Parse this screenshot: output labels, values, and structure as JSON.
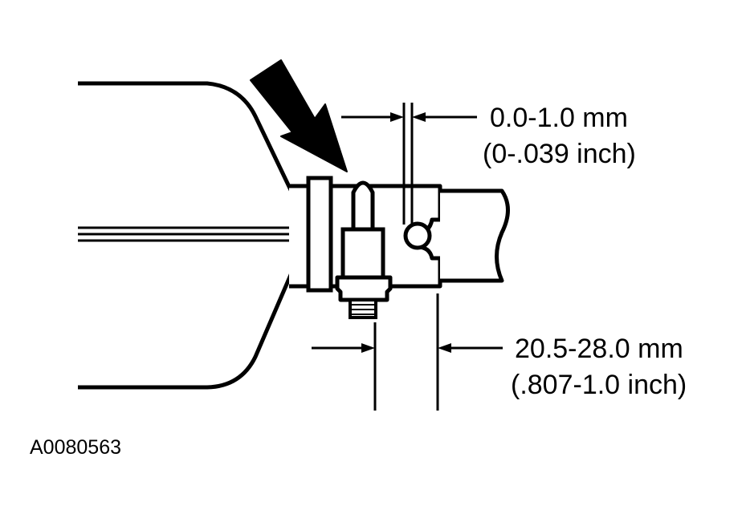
{
  "diagram": {
    "gap_dimension": {
      "metric": "0.0-1.0 mm",
      "imperial": "(0-.039 inch)"
    },
    "offset_dimension": {
      "metric": "20.5-28.0 mm",
      "imperial": "(.807-1.0 inch)"
    },
    "figure_id": "A0080563"
  },
  "colors": {
    "ink": "#000000",
    "paper": "#ffffff"
  }
}
